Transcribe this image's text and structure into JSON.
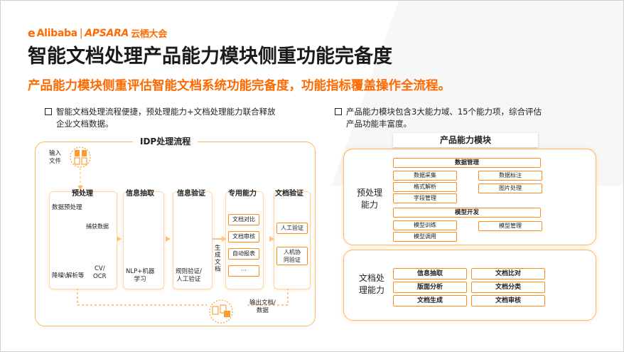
{
  "brand": {
    "mark": "e",
    "alibaba": "Alibaba",
    "sep": "|",
    "apsara": "APSARA",
    "cn": "云栖大会",
    "color": "#ff6a00"
  },
  "title": "智能文档处理产品能力模块侧重功能完备度",
  "subtitle": "产品能力模块侧重评估智能文档系统功能完备度，功能指标覆盖操作全流程。",
  "bullets": [
    {
      "line1": "智能文档处理流程便捷，预处理能力+文档处理能力联合释放",
      "line2": "企业文档数据。"
    },
    {
      "line1": "产品能力模块包含3大能力域、15个能力项，综合评估",
      "line2": "产品功能丰富度。"
    }
  ],
  "idp": {
    "title": "IDP处理流程",
    "input_label": "输入\n文件",
    "columns": {
      "pre": {
        "head": "预处理",
        "sub": "数据预处理",
        "capture": "捕获数据",
        "denoise": "降噪\\解析等",
        "cv": "CV/\nOCR"
      },
      "extract": {
        "head": "信息抽取",
        "note": "NLP+机器\n学习"
      },
      "verify": {
        "head": "信息验证",
        "note": "规则验证/\n人工验证"
      },
      "special": {
        "head": "专用能力",
        "tags": [
          "文档对比",
          "文档审核",
          "自动报表",
          "···"
        ]
      },
      "docverify": {
        "head": "文档验证",
        "tags": [
          "人工验证",
          "人机协\n同验证"
        ]
      }
    },
    "gen_label": "生\n成\n文\n档",
    "output_label": "输出文档/\n数据"
  },
  "modules": {
    "title": "产品能力模块",
    "preprocess": {
      "label": "预处理\n能力",
      "data_mgmt": "数据管理",
      "data_items": [
        "数据采集",
        "数据标注",
        "格式解析",
        "图片处理",
        "字段管理"
      ],
      "model_dev": "模型开发",
      "model_items": [
        "模型训练",
        "模型管理",
        "模型调用"
      ]
    },
    "docproc": {
      "label": "文档处\n理能力",
      "items": [
        "信息抽取",
        "文档比对",
        "版面分析",
        "文档分类",
        "文档生成",
        "文档审核"
      ]
    }
  },
  "colors": {
    "accent": "#ff6a00",
    "border": "#ffb860",
    "chip_border": "#ff8c1a"
  }
}
